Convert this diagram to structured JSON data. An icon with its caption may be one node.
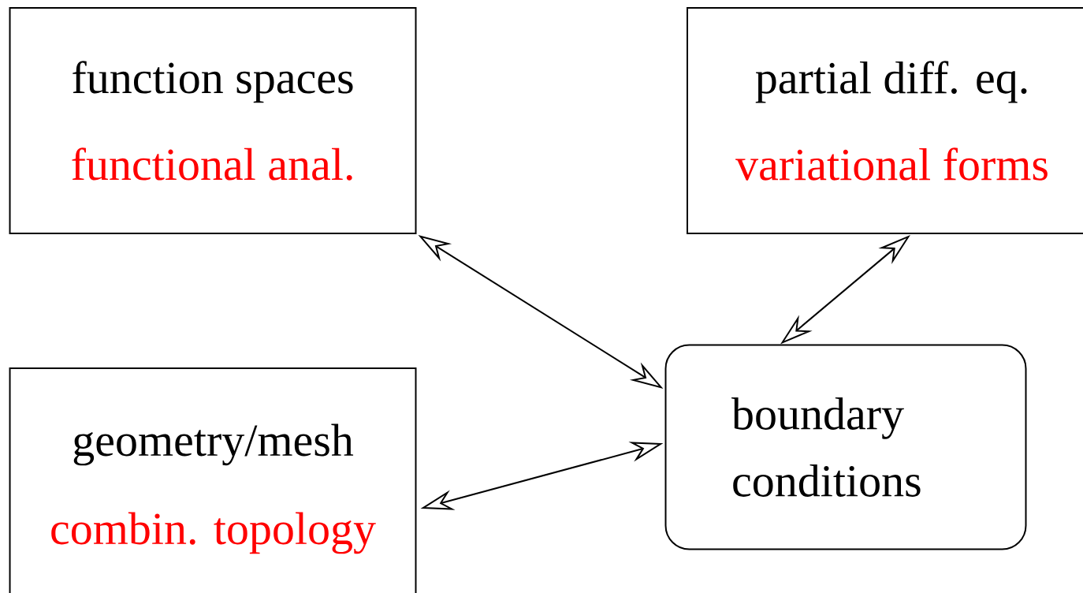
{
  "diagram": {
    "nodes": [
      {
        "text": [
          "function spaces",
          "functional anal."
        ]
      },
      {
        "text": [
          "partial diff. eq.",
          "variational forms"
        ]
      },
      {
        "text": [
          "geometry/mesh",
          "combin. topology"
        ]
      },
      {
        "text": [
          "boundary conditions"
        ]
      }
    ],
    "edges": [
      {
        "from": 0,
        "to": 3,
        "arrow": "both"
      },
      {
        "from": 1,
        "to": 3,
        "arrow": "both"
      },
      {
        "from": 2,
        "to": 3,
        "arrow": "both"
      }
    ]
  }
}
